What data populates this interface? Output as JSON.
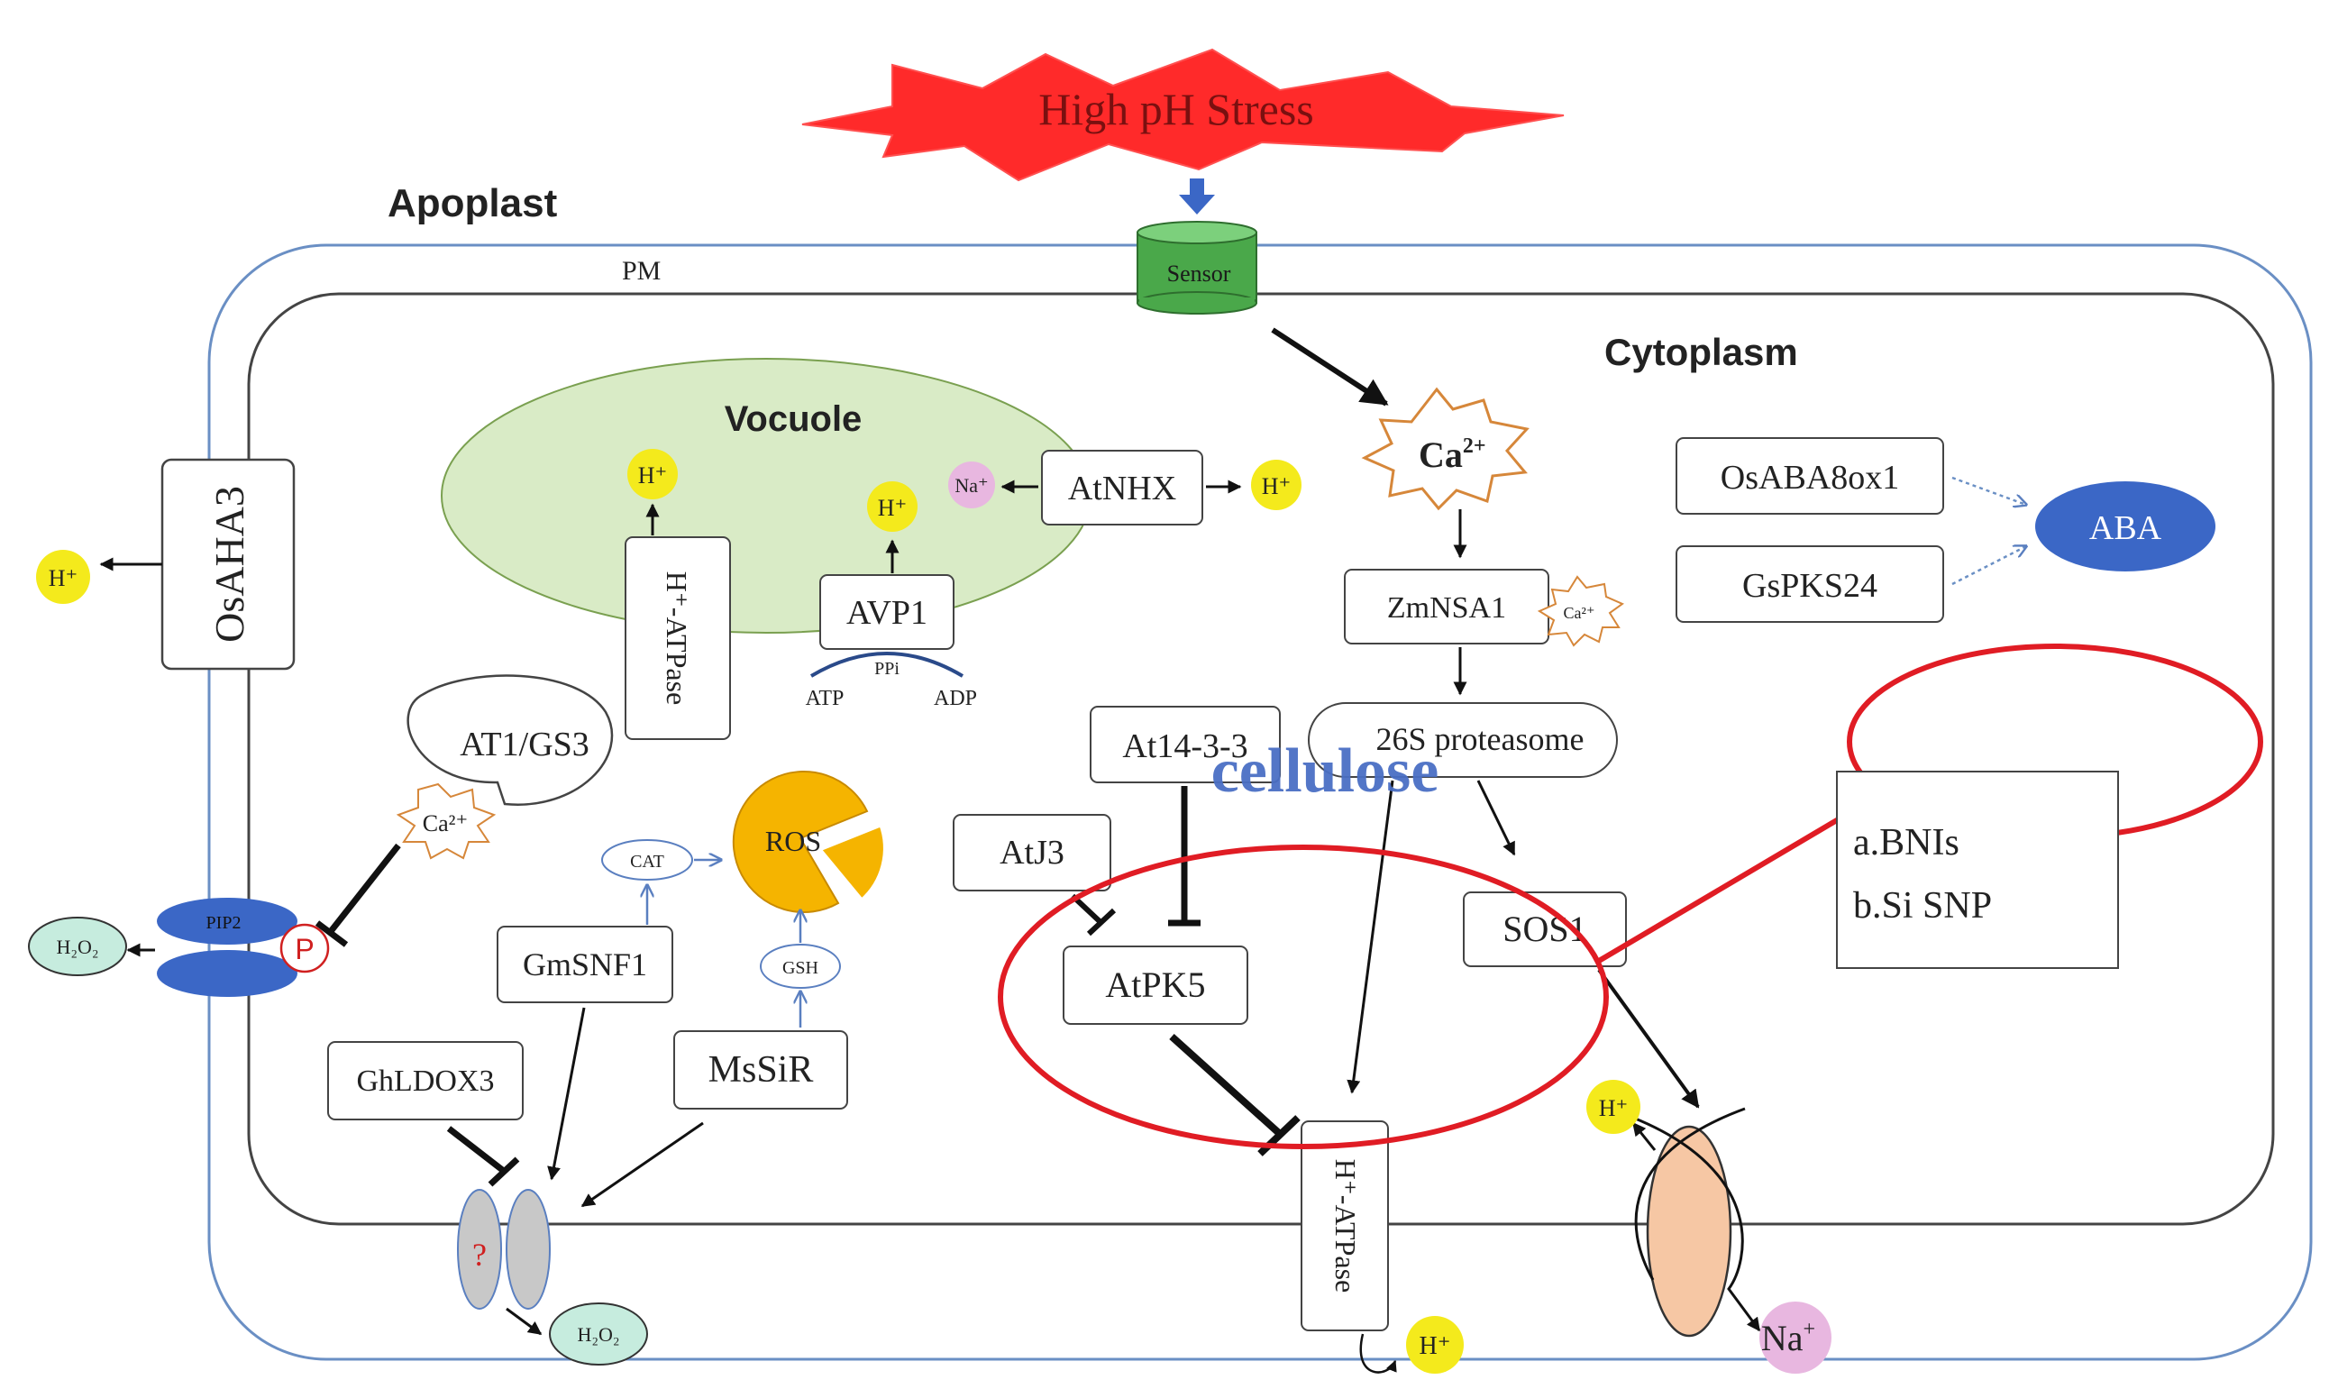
{
  "stress": {
    "label": "High pH Stress"
  },
  "regions": {
    "apoplast": "Apoplast",
    "cytoplasm": "Cytoplasm",
    "pm": "PM",
    "vacuole": "Vocuole"
  },
  "sensor": "Sensor",
  "ca_main": {
    "base": "Ca",
    "sup": "2+"
  },
  "ca_small": "Ca²⁺",
  "ca_mini": "Ca²⁺",
  "nodes": {
    "osaha3": "OsAHA3",
    "h_atpase_vac": "H⁺-ATPase",
    "avp1": "AVP1",
    "ppi": "PPi",
    "atp": "ATP",
    "adp": "ADP",
    "atnhx": "AtNHX",
    "na_small": "Na⁺",
    "zmnsa1": "ZmNSA1",
    "proteasome": "26S proteasome",
    "osaba8ox1": "OsABA8ox1",
    "gspks24": "GsPKS24",
    "aba": "ABA",
    "at143": "At14-3-3",
    "atj3": "AtJ3",
    "atpk5": "AtPK5",
    "sos1": "SOS1",
    "at1gs3": "AT1/GS3",
    "pip2": "PIP2",
    "p": "P",
    "h2o2": "H₂O₂",
    "cat": "CAT",
    "ros": "ROS",
    "gsh": "GSH",
    "gmsnf1": "GmSNF1",
    "mssir": "MsSiR",
    "ghldox3": "GhLDOX3",
    "question": "?",
    "h_atpase_pm": "H⁺-ATPase",
    "na_big": {
      "base": "Na",
      "sup": "+"
    }
  },
  "h_plus": "H⁺",
  "cellulose": "cellulose",
  "notes": {
    "a": "a.BNIs",
    "b": "b.Si  SNP"
  },
  "colors": {
    "stress_fill": "#ff2a2a",
    "stress_text": "#7a1010",
    "membrane": "#6a8fc4",
    "vacuole_fill": "#d9ebc6",
    "sensor_fill": "#4aa84a",
    "h_fill": "#f4ea1c",
    "na_fill": "#e8b7e0",
    "h2o2_fill": "#c6ecde",
    "aba_fill": "#3b67c6",
    "pip2_fill": "#3b67c6",
    "ros_fill": "#f5b400",
    "channel_fill": "#f6c7a4",
    "gray_channel": "#c8c8c8",
    "highlight": "#e01c24",
    "cellulose_text": "#4a6fc4",
    "ca_outline": "#d6873a"
  }
}
